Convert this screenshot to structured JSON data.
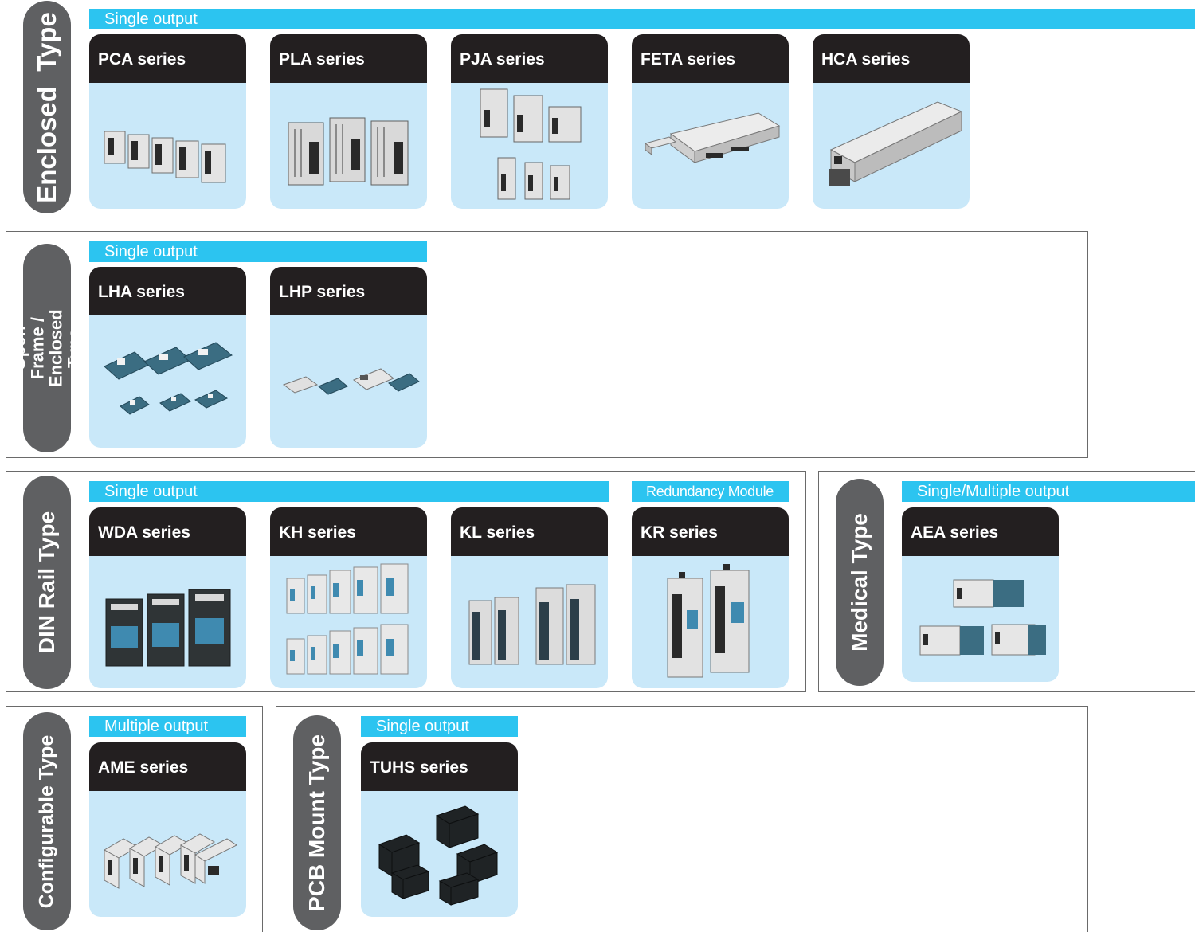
{
  "colors": {
    "bar_blue": "#2cc4f0",
    "tab_gray": "#5f6062",
    "card_head": "#231f20",
    "card_body": "#c9e8f9",
    "border": "#6a6a6a"
  },
  "groups": {
    "enclosed": {
      "label": "Enclosed  Type",
      "bar_label": "Single output",
      "cards": [
        {
          "title": "PCA series",
          "icon": "enclosed-psu-row-icon"
        },
        {
          "title": "PLA series",
          "icon": "enclosed-psu-trio-icon"
        },
        {
          "title": "PJA series",
          "icon": "enclosed-psu-stack-icon"
        },
        {
          "title": "FETA series",
          "icon": "flat-psu-icon"
        },
        {
          "title": "HCA series",
          "icon": "long-psu-icon"
        }
      ]
    },
    "open_frame": {
      "label": "Open Frame /\nEnclosed Type",
      "bar_label": "Single output",
      "cards": [
        {
          "title": "LHA series",
          "icon": "open-frame-board-icon"
        },
        {
          "title": "LHP series",
          "icon": "open-frame-module-icon"
        }
      ]
    },
    "din_rail": {
      "label": "DIN Rail Type",
      "bar_label": "Single output",
      "bar2_label": "Redundancy Module",
      "cards": [
        {
          "title": "WDA series",
          "icon": "din-rail-psu-icon"
        },
        {
          "title": "KH series",
          "icon": "din-rail-grid-icon"
        },
        {
          "title": "KL series",
          "icon": "din-rail-slim-icon"
        },
        {
          "title": "KR series",
          "icon": "redundancy-module-icon"
        }
      ]
    },
    "medical": {
      "label": "Medical Type",
      "bar_label": "Single/Multiple output",
      "cards": [
        {
          "title": "AEA series",
          "icon": "medical-psu-icon"
        }
      ]
    },
    "configurable": {
      "label": "Configurable Type",
      "bar_label": "Multiple output",
      "cards": [
        {
          "title": "AME series",
          "icon": "configurable-psu-icon"
        }
      ]
    },
    "pcb_mount": {
      "label": "PCB Mount Type",
      "bar_label": "Single output",
      "cards": [
        {
          "title": "TUHS series",
          "icon": "pcb-module-icon"
        }
      ]
    }
  }
}
